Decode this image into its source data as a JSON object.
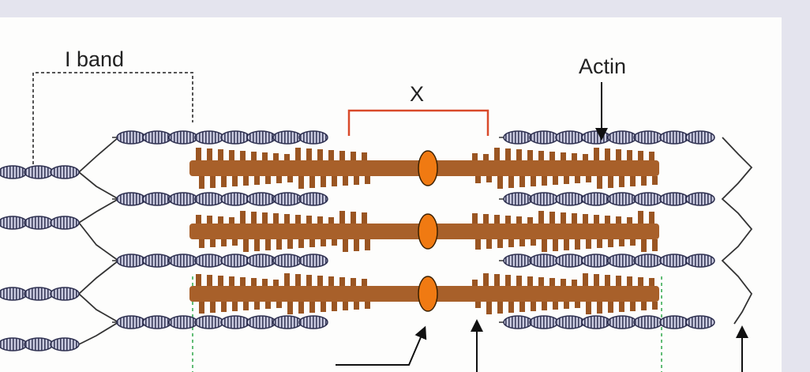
{
  "labels": {
    "i_band": "I band",
    "x": "X",
    "actin": "Actin"
  },
  "colors": {
    "actin": "#8d8fb0",
    "myosin": "#a8602a",
    "m_line": "#f07a12",
    "bracket": "#d94a2a",
    "z_guide": "#2fa84a",
    "background": "#e4e4ee"
  }
}
